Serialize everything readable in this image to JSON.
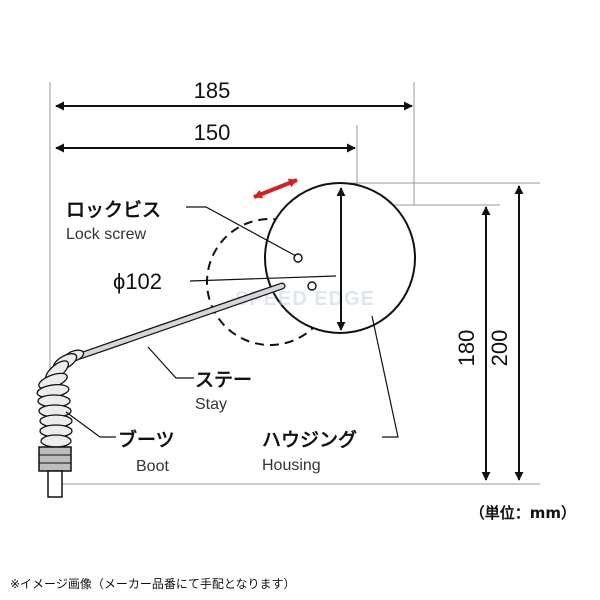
{
  "dimensions": {
    "width_overall": "185",
    "width_mirror": "150",
    "diameter": "ϕ102",
    "height_mirror": "180",
    "height_overall": "200"
  },
  "labels": {
    "lock_screw_jp": "ロックビス",
    "lock_screw_en": "Lock screw",
    "stay_jp": "ステー",
    "stay_en": "Stay",
    "boot_jp": "ブーツ",
    "boot_en": "Boot",
    "housing_jp": "ハウジング",
    "housing_en": "Housing"
  },
  "unit_label": "（単位：mm）",
  "watermark": "SPEED EDGE",
  "footnote": "※イメージ画像（メーカー品番にて手配となります）",
  "colors": {
    "line": "#111111",
    "rule": "#9a9a9a",
    "accent_arrow": "#d42020",
    "stay_fill": "#d6d6d6"
  }
}
